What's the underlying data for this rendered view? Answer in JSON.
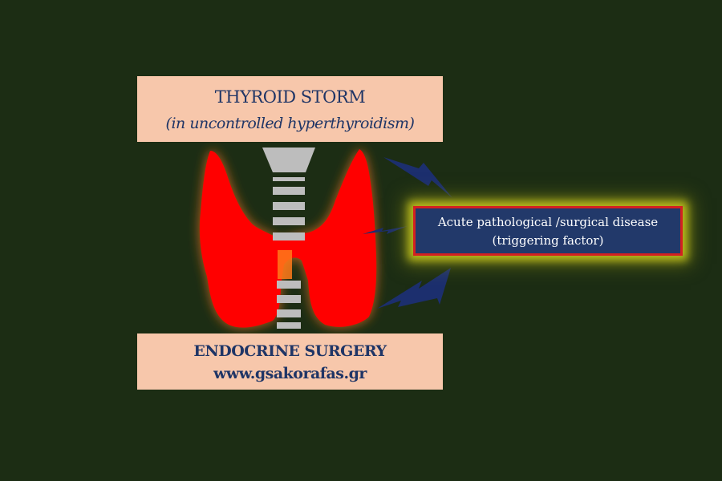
{
  "diagram": {
    "title": {
      "line1": "THYROID STORM",
      "line2": "(in uncontrolled hyperthyroidism)"
    },
    "trigger": {
      "line1": "Acute pathological /surgical disease",
      "line2": "(triggering factor)"
    },
    "footer": {
      "line1": "ENDOCRINE SURGERY",
      "line2": "www.gsakorafas.gr"
    },
    "colors": {
      "background": "#1c2d14",
      "label_box": "#f7c7ab",
      "label_text": "#1f3566",
      "thyroid": "#ff0000",
      "thyroid_glow": "#d2691e",
      "trigger_fill": "#22396a",
      "trigger_border": "#d42020",
      "trigger_glow": "#b7b81c",
      "lightning": "#1c2f6e",
      "trachea": "#bdbdbd"
    },
    "icons": [
      "thyroid-gland-icon",
      "trachea-icon",
      "lightning-bolt-icon"
    ]
  }
}
